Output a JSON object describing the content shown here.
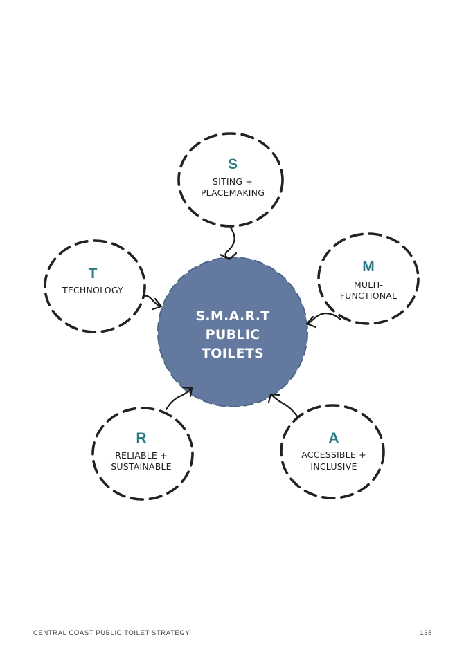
{
  "diagram": {
    "center": {
      "lines": [
        "S.M.A.R.T",
        "PUBLIC",
        "TOILETS"
      ],
      "fill": "#63799f"
    },
    "nodes": [
      {
        "id": "s",
        "letter": "S",
        "lines": [
          "SITING +",
          "PLACEMAKING"
        ]
      },
      {
        "id": "m",
        "letter": "M",
        "lines": [
          "MULTI-",
          "FUNCTIONAL"
        ]
      },
      {
        "id": "a",
        "letter": "A",
        "lines": [
          "ACCESSIBLE +",
          "INCLUSIVE"
        ]
      },
      {
        "id": "r",
        "letter": "R",
        "lines": [
          "RELIABLE +",
          "SUSTAINABLE"
        ]
      },
      {
        "id": "t",
        "letter": "T",
        "lines": [
          "TECHNOLOGY"
        ]
      }
    ],
    "letter_color": "#2b7a86"
  },
  "footer": {
    "title": "CENTRAL COAST PUBLIC TOILET STRATEGY",
    "page_number": "138"
  }
}
